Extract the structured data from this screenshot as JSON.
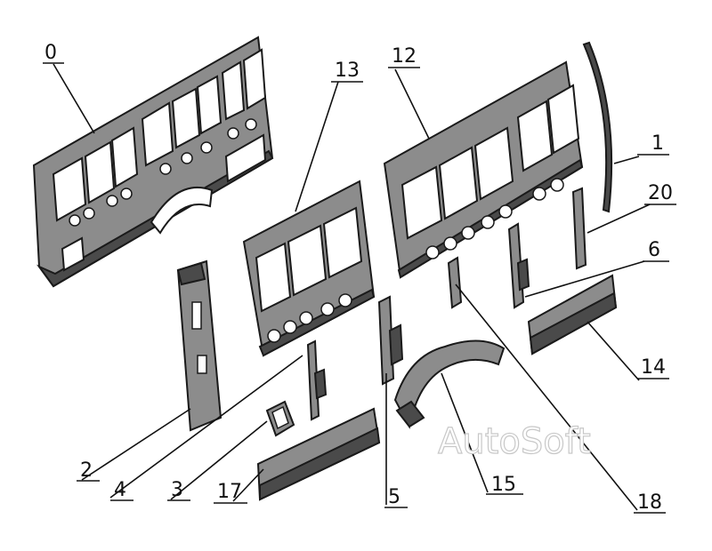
{
  "callouts": [
    {
      "id": "0",
      "label": "0"
    },
    {
      "id": "1",
      "label": "1"
    },
    {
      "id": "2",
      "label": "2"
    },
    {
      "id": "3",
      "label": "3"
    },
    {
      "id": "4",
      "label": "4"
    },
    {
      "id": "5",
      "label": "5"
    },
    {
      "id": "6",
      "label": "6"
    },
    {
      "id": "12",
      "label": "12"
    },
    {
      "id": "13",
      "label": "13"
    },
    {
      "id": "14",
      "label": "14"
    },
    {
      "id": "15",
      "label": "15"
    },
    {
      "id": "17",
      "label": "17"
    },
    {
      "id": "18",
      "label": "18"
    },
    {
      "id": "20",
      "label": "20"
    }
  ],
  "watermark": "AutoSoft"
}
